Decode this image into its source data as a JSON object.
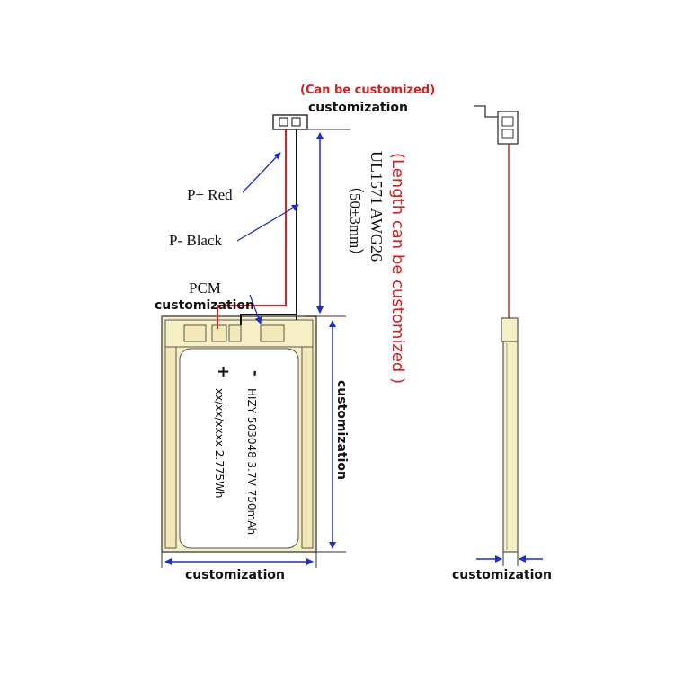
{
  "colors": {
    "wire_red": "#e02020",
    "wire_black": "#111111",
    "dimension_blue": "#1a2fd0",
    "cell_fill": "#f6efc4",
    "cell_stroke": "#555555",
    "text_red": "#d81e1e"
  },
  "labels": {
    "can_be_customized": "(Can be customized)",
    "connector_customization": "customization",
    "p_plus": "P+ Red",
    "p_minus": "P- Black",
    "pcm": "PCM",
    "pcm_customization": "customization",
    "wire_spec": "UL1571 AWG26",
    "wire_length": "（50±3mm）",
    "length_customized": "(Length can be customized )",
    "height_customization": "customization",
    "width_customization": "customization",
    "thickness_customization": "customization"
  },
  "cell_print": {
    "minus": "-",
    "plus": "+",
    "line1": "HIZY 503048 3.7V 750mAh",
    "line2": "xx/xx/xxxx 2.775Wh"
  }
}
